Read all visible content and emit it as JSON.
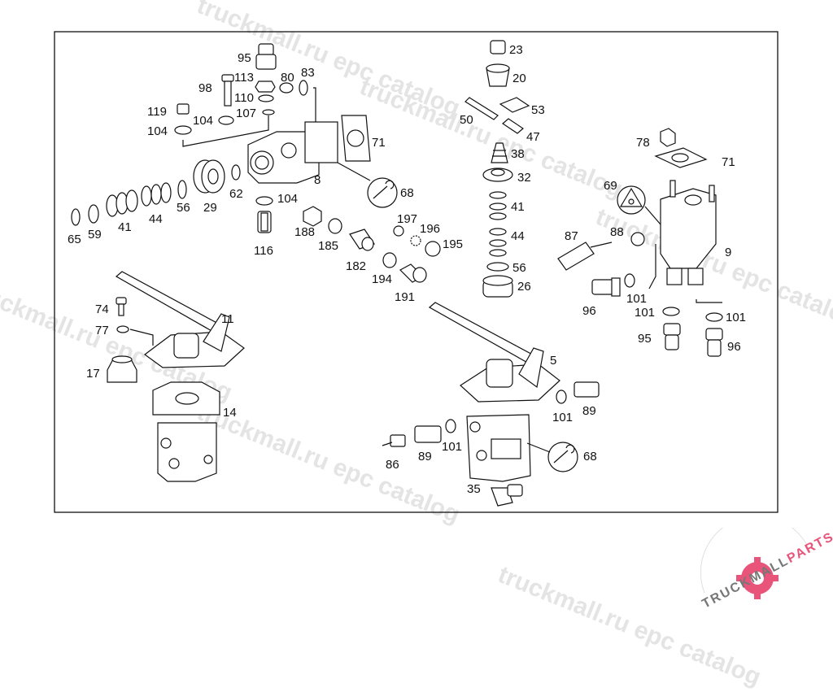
{
  "watermark_text": "truckmall.ru epc catalog",
  "brand": {
    "name_main": "TRUCKMALL",
    "name_accent": "PARTS",
    "accent_color": "#e8547a"
  },
  "callouts": [
    "95",
    "98",
    "113",
    "80",
    "83",
    "110",
    "107",
    "119",
    "104",
    "104",
    "71",
    "8",
    "68",
    "62",
    "65",
    "59",
    "41",
    "44",
    "56",
    "29",
    "104",
    "116",
    "188",
    "185",
    "182",
    "197",
    "196",
    "195",
    "194",
    "191",
    "23",
    "20",
    "53",
    "50",
    "47",
    "38",
    "32",
    "41",
    "44",
    "56",
    "26",
    "78",
    "71",
    "69",
    "87",
    "88",
    "9",
    "96",
    "101",
    "101",
    "101",
    "95",
    "96",
    "74",
    "77",
    "11",
    "17",
    "14",
    "5",
    "101",
    "89",
    "86",
    "89",
    "101",
    "68",
    "35"
  ]
}
